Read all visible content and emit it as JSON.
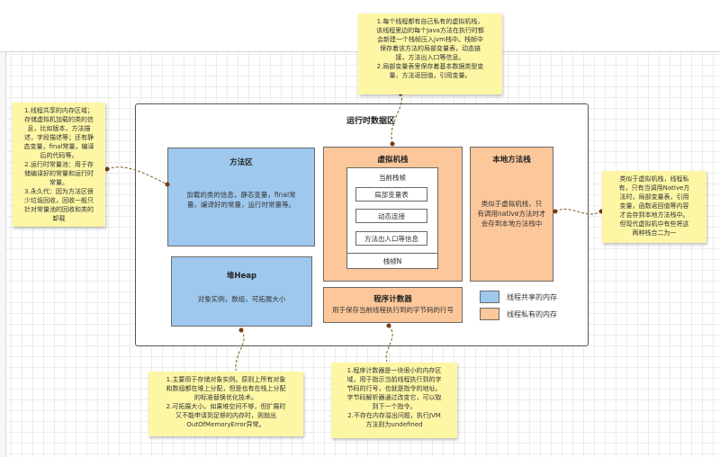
{
  "diagram_title": "运行时数据区",
  "method_area": {
    "title": "方法区",
    "body": [
      "加载的类的信息，静态变量，final常",
      "量，编译好的常量，运行时常量等。"
    ]
  },
  "heap": {
    "title": "堆Heap",
    "body": "对象实例，数组，可拓展大小"
  },
  "vm_stack": {
    "title": "虚拟机栈",
    "frame_title": "当前栈帧",
    "items": [
      "局部变量表",
      "动态连接",
      "方法出入口等信息"
    ],
    "bottom": "栈帧N"
  },
  "native_stack": {
    "title": "本地方法栈",
    "body": [
      "类似于虚拟机栈，只",
      "有调用native方法时才",
      "会存到本地方法栈中"
    ]
  },
  "pc_register": {
    "title": "程序计数器",
    "body": "用于保存当前线程执行到的字节码的行号"
  },
  "legend": {
    "shared": "线程共享的内存",
    "private": "线程私有的内存"
  },
  "colors": {
    "shared": "#9fc8ee",
    "private": "#fcc79a",
    "note": "#fdf7a5",
    "connector": "#7a5a1a"
  },
  "notes": {
    "top": [
      "1.每个线程都有自己私有的虚拟机栈，",
      "该线程里边的每个Java方法在执行时都",
      "会新建一个栈帧压入jvm栈中。栈帧中",
      "保存着该方法的局部变量表，动态链",
      "接，方法出入口等信息。",
      "2.局部变量表里保存着基本数据类型变",
      "量，方法返回值，引用变量。"
    ],
    "left": [
      "1.线程共享的内存区域；",
      "存储虚拟机加载的类的信",
      "息，比如版本，方法描",
      "述，字段描述等；还有静",
      "态变量，final常量，编译",
      "后的代码等。",
      "2.运行时常量池：用于存",
      "储编译好的常量和运行时",
      "常量。",
      "3.永久代：因为方法区很",
      "少垃圾回收，回收一般只",
      "针对常量池的回收和类的",
      "卸载"
    ],
    "right": [
      "类似于虚拟机栈，线程私",
      "有，只有当调用Native方",
      "法时，局部变量表，引用",
      "变量，函数返回值等内容",
      "才会存到本地方法栈中。",
      "但现代虚拟机中有些将这",
      "两种栈合二为一"
    ],
    "bottom_left": [
      "1.主要用于存储对象实例。原则上所有对象",
      "和数组都在堆上分配，但是也有在栈上分配",
      "的标准替换优化技术。",
      "2.可拓展大小。如果堆空间不够，但扩展时",
      "又不能申请到足够的内存时，则抛出",
      "OutOfMemoryError异常。"
    ],
    "bottom_right": [
      "1.程序计数器是一块很小的内存区",
      "域，用于指示当前线程执行到的字",
      "节码的行号，也就是指令的地址。",
      "字节码解析器通过改变它，可以取",
      "到下一个指令。",
      "2.不存在内存溢出问题，执行JVM",
      "方法则为undefined"
    ]
  }
}
